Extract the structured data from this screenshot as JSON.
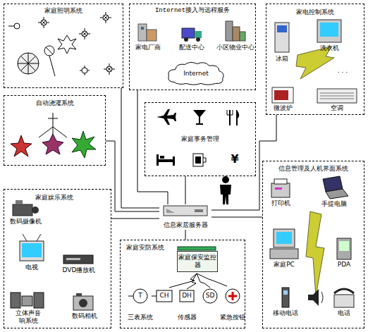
{
  "diagram": {
    "nodes": [
      {
        "text": [
          "家庭照明系统"
        ]
      },
      {
        "text": [
          "Internet接入与远程服务"
        ]
      },
      {
        "text": [
          "家电控制系统"
        ]
      },
      {
        "text": [
          "自动浇灌系统"
        ]
      },
      {
        "text": [
          "家庭事务管理"
        ]
      },
      {
        "text": [
          "信息管理及人机界面系统"
        ]
      },
      {
        "text": [
          "家庭娱乐系统"
        ]
      },
      {
        "text": [
          "家庭安防系统"
        ]
      },
      {
        "text": [
          "家庭保安监控器"
        ],
        "in": 7
      },
      {
        "text": [
          "信息家居服务器"
        ]
      },
      {
        "text": [
          "Internet"
        ],
        "in": 1
      }
    ],
    "edges": [
      {
        "from": 9,
        "to": 0,
        "arrow": "none"
      },
      {
        "from": 9,
        "to": 1,
        "arrow": "none"
      },
      {
        "from": 9,
        "to": 2,
        "arrow": "none"
      },
      {
        "from": 9,
        "to": 3,
        "arrow": "none"
      },
      {
        "from": 9,
        "to": 4,
        "arrow": "none"
      },
      {
        "from": 9,
        "to": 5,
        "arrow": "none"
      },
      {
        "from": 9,
        "to": 6,
        "arrow": "none"
      },
      {
        "from": 9,
        "to": 7,
        "arrow": "none"
      }
    ],
    "labels": [
      "家电厂商",
      "配送中心",
      "小区物业中心",
      "冰箱",
      "洗衣机",
      "· · ·",
      "微波炉",
      "空调",
      "¥",
      "数码摄像机",
      "电视",
      "DVD播放机",
      "立体声音响系统",
      "数码相机",
      "三表系统",
      "传感器",
      "紧急按钮",
      "T",
      "CH",
      "DH",
      "SD",
      "打印机",
      "手提电脑",
      "家庭PC",
      "PDA",
      "移动电话",
      "电话"
    ]
  }
}
